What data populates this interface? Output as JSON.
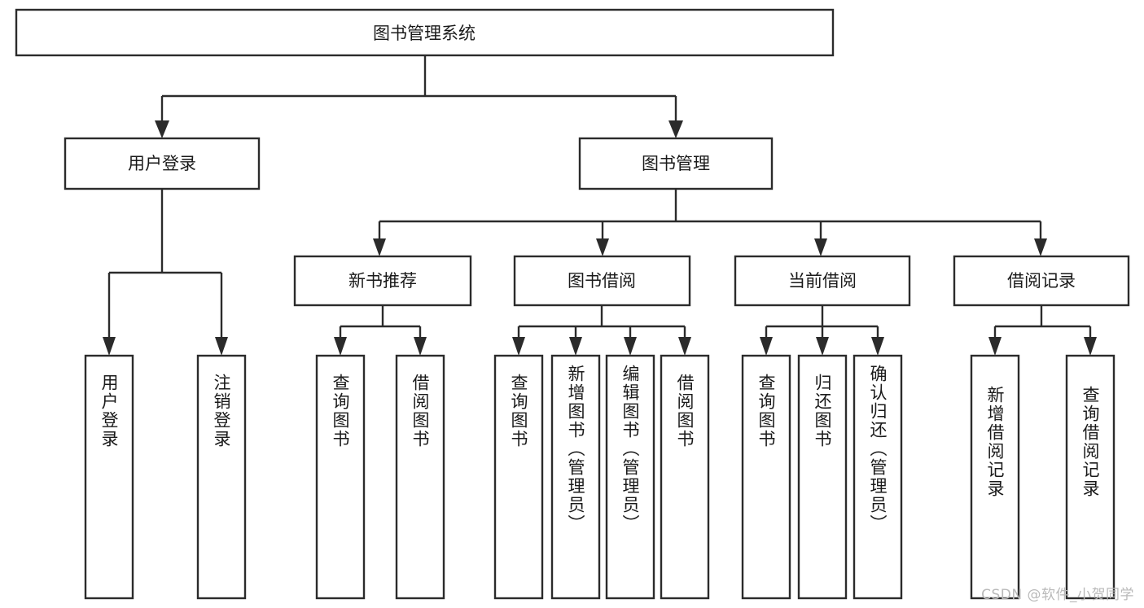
{
  "diagram": {
    "type": "tree-hierarchy-chart",
    "title": "图书管理系统",
    "orientation": "top-down",
    "colors": {
      "box_stroke": "#2b2b2b",
      "box_fill": "#ffffff",
      "connector": "#2b2b2b",
      "text": "#1a1a1a",
      "background": "#ffffff",
      "watermark": "#b9b9b9"
    },
    "levels": {
      "root": {
        "label": "图书管理系统"
      },
      "level2": [
        {
          "label": "用户登录"
        },
        {
          "label": "图书管理"
        }
      ],
      "level3": [
        {
          "label": "新书推荐"
        },
        {
          "label": "图书借阅"
        },
        {
          "label": "当前借阅"
        },
        {
          "label": "借阅记录"
        }
      ],
      "leaves": {
        "user_login": [
          {
            "label": "用户登录"
          },
          {
            "label": "注销登录"
          }
        ],
        "new_book_recommend": [
          {
            "label": "查询图书"
          },
          {
            "label": "借阅图书"
          }
        ],
        "book_borrow": [
          {
            "label": "查询图书"
          },
          {
            "label": "新增图书（管理员）"
          },
          {
            "label": "编辑图书（管理员）"
          },
          {
            "label": "借阅图书"
          }
        ],
        "current_borrow": [
          {
            "label": "查询图书"
          },
          {
            "label": "归还图书"
          },
          {
            "label": "确认归还（管理员）"
          }
        ],
        "borrow_record": [
          {
            "label": "新增借阅记录"
          },
          {
            "label": "查询借阅记录"
          }
        ]
      }
    },
    "watermark": "CSDN @软件_小贺同学"
  }
}
